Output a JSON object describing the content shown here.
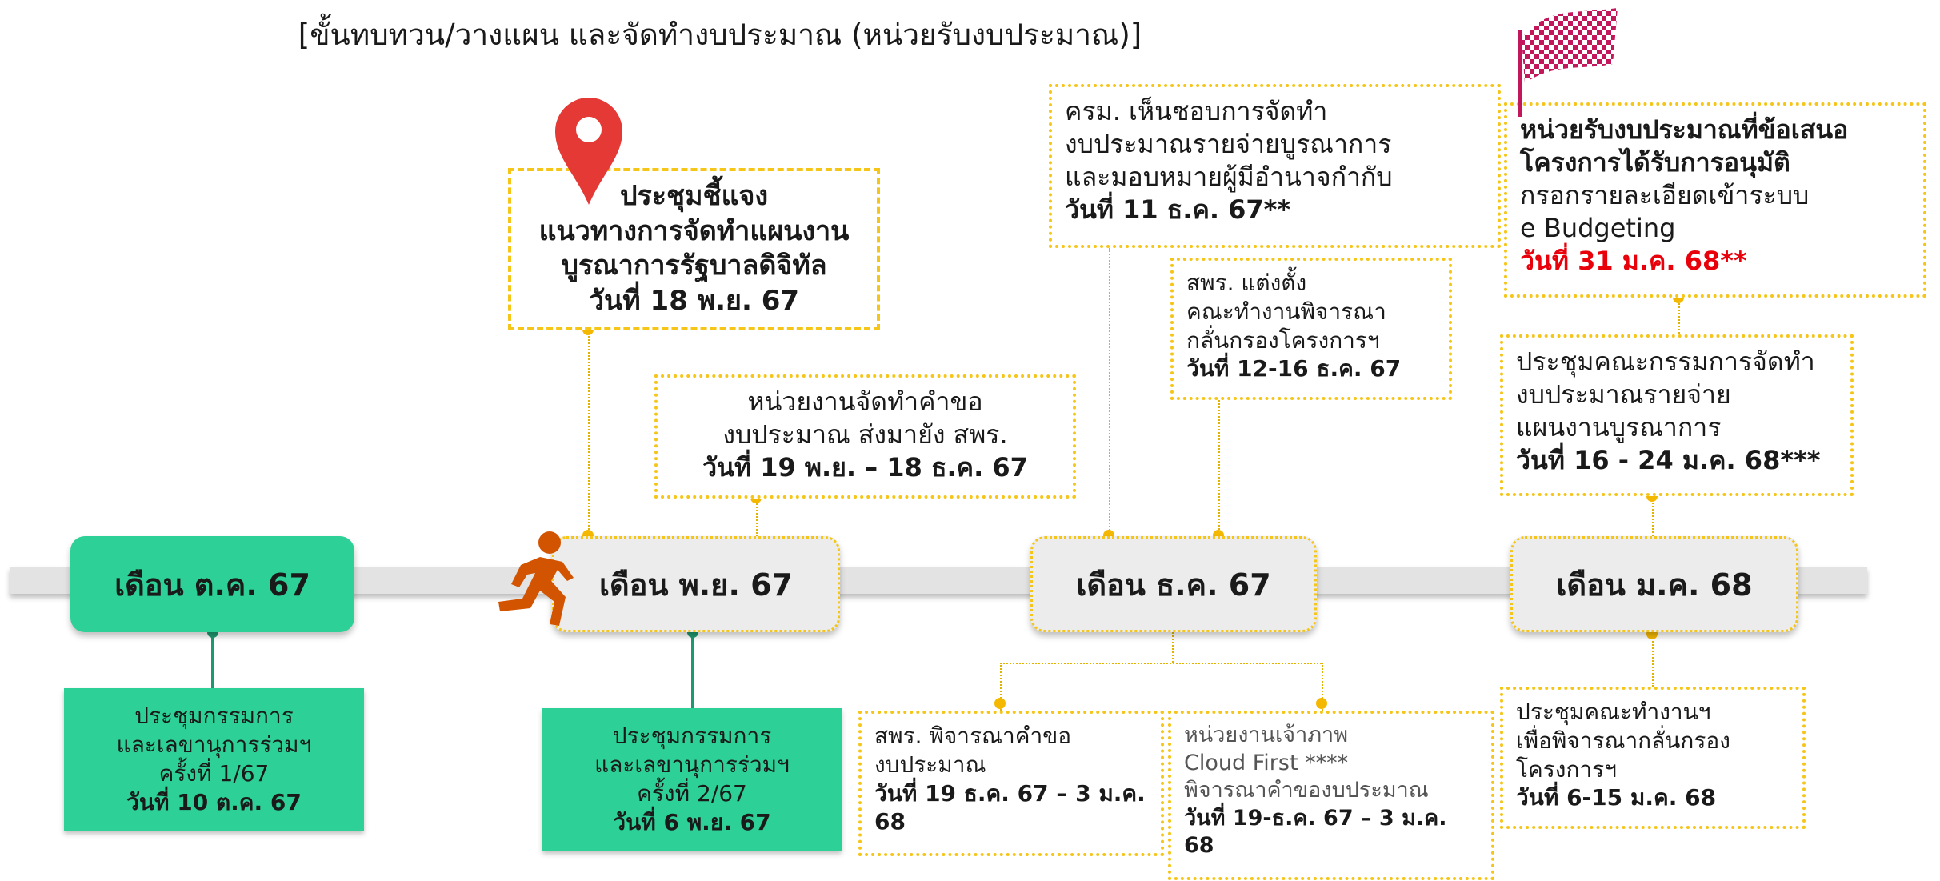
{
  "subtitle": "[ขั้นทบทวน/วางแผน และจัดทำงบประมาณ (หน่วยรับงบประมาณ)]",
  "months": {
    "oct": "เดือน ต.ค. 67",
    "nov": "เดือน พ.ย. 67",
    "dec": "เดือน ธ.ค. 67",
    "jan": "เดือน ม.ค. 68"
  },
  "boxes": {
    "meeting_guideline": {
      "line1": "ประชุมชี้แจง",
      "line2": "แนวทางการจัดทำแผนงาน",
      "line3": "บูรณาการรัฐบาลดิจิทัล",
      "date": "วันที่ 18 พ.ย. 67"
    },
    "agency_request": {
      "line1": "หน่วยงานจัดทำคำขอ",
      "line2": "งบประมาณ ส่งมายัง สพร.",
      "date": "วันที่ 19 พ.ย. – 18 ธ.ค. 67"
    },
    "cabinet": {
      "line1": "ครม. เห็นชอบการจัดทำ",
      "line2": "งบประมาณรายจ่ายบูรณาการ",
      "line3": "และมอบหมายผู้มีอำนาจกำกับ",
      "date": "วันที่ 11 ธ.ค. 67**"
    },
    "working_group": {
      "line1": "สพร. แต่งตั้ง",
      "line2": "คณะทำงานพิจารณา",
      "line3": "กลั่นกรองโครงการฯ",
      "date": "วันที่ 12-16 ธ.ค. 67"
    },
    "approved": {
      "line1": "หน่วยรับงบประมาณที่ข้อเสนอ",
      "line2": "โครงการได้รับการอนุมัติ",
      "line3": "กรอกรายละเอียดเข้าระบบ",
      "line4": "e Budgeting",
      "date": "วันที่ 31 ม.ค. 68**"
    },
    "committee_budget": {
      "line1": "ประชุมคณะกรรมการจัดทำ",
      "line2": "งบประมาณรายจ่าย",
      "line3": "แผนงานบูรณาการ",
      "date": "วันที่ 16 - 24 ม.ค. 68***"
    },
    "meeting1": {
      "line1": "ประชุมกรรมการ",
      "line2": "และเลขานุการร่วมฯ",
      "line3": "ครั้งที่ 1/67",
      "date": "วันที่ 10 ต.ค. 67"
    },
    "meeting2": {
      "line1": "ประชุมกรรมการ",
      "line2": "และเลขานุการร่วมฯ",
      "line3": "ครั้งที่ 2/67",
      "date": "วันที่ 6 พ.ย. 67"
    },
    "dga_review": {
      "line1": "สพร. พิจารณาคำขอ",
      "line2": "งบประมาณ",
      "date": "วันที่ 19 ธ.ค. 67 – 3 ม.ค. 68"
    },
    "cloud_host": {
      "line1": "หน่วยงานเจ้าภาพ",
      "line2": "Cloud First ****",
      "line3": "พิจารณาคำของบประมาณ",
      "date": "วันที่ 19-ธ.ค. 67 – 3 ม.ค. 68"
    },
    "screening": {
      "line1": "ประชุมคณะทำงานฯ",
      "line2": "เพื่อพิจารณากลั่นกรอง",
      "line3": "โครงการฯ",
      "date": "วันที่ 6-15 ม.ค. 68"
    }
  },
  "colors": {
    "green": "#2dd197",
    "yellow_border": "#f5c518",
    "deadline_red": "#e8000b",
    "pin_red": "#e53935",
    "runner_orange": "#d35400",
    "flag_pink": "#c2185b"
  },
  "icons": [
    "map-pin-icon",
    "runner-icon",
    "checkered-flag-icon"
  ]
}
